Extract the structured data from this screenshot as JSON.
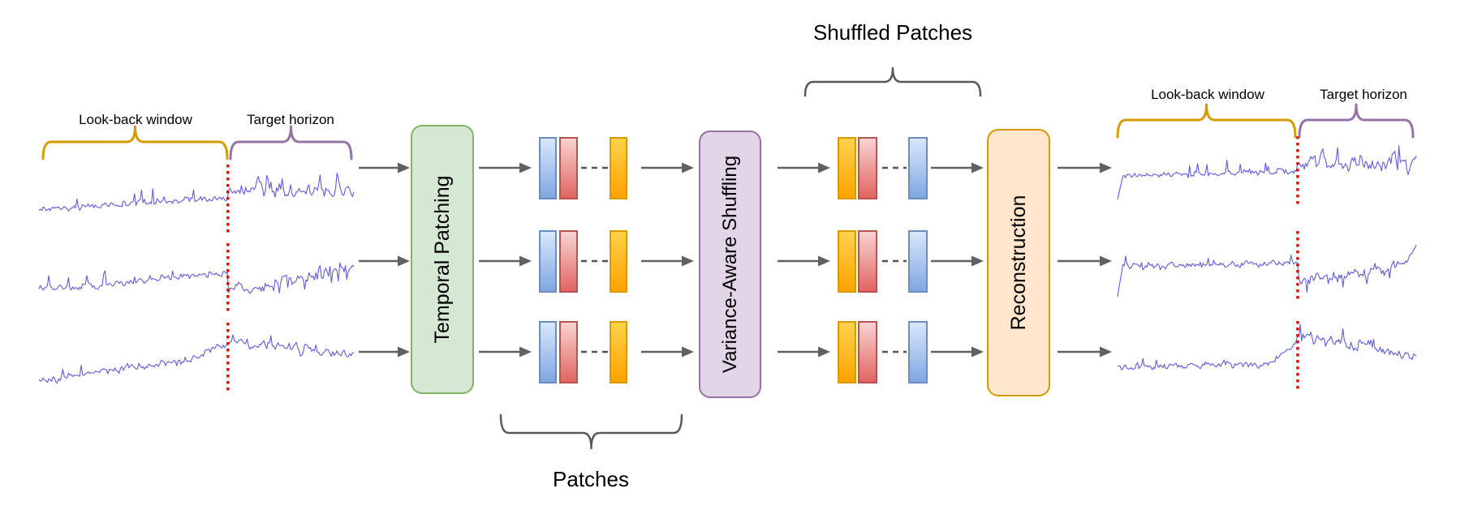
{
  "figure": {
    "description": "Time-series patch shuffling pipeline diagram",
    "num_channels": 3
  },
  "labels": {
    "lookback": "Look-back window",
    "target": "Target horizon",
    "shuffled_patches": "Shuffled Patches",
    "patches": "Patches"
  },
  "boxes": [
    {
      "id": "temporal-patching",
      "label": "Temporal Patching",
      "fill": "#d5e8d4",
      "stroke": "#82b366"
    },
    {
      "id": "variance-aware-shuffling",
      "label": "Variance-Aware Shuffling",
      "fill": "#e1d5e7",
      "stroke": "#9673a6"
    },
    {
      "id": "reconstruction",
      "label": "Reconstruction",
      "fill": "#ffe6cc",
      "stroke": "#d79b00"
    }
  ],
  "patches": {
    "left_order": [
      "blue",
      "red",
      "ellipsis",
      "orange"
    ],
    "shuffled_order": [
      "orange",
      "red",
      "ellipsis",
      "blue"
    ],
    "styles": {
      "blue": {
        "from": "#dae8fc",
        "to": "#7ea6e0",
        "stroke": "#6c8ebf"
      },
      "red": {
        "from": "#f8d5d3",
        "to": "#e06360",
        "stroke": "#b85450"
      },
      "orange": {
        "from": "#ffd24d",
        "to": "#ffa200",
        "stroke": "#d79b00"
      }
    },
    "ellipsis_color": "#555555"
  },
  "colors": {
    "series_line": "#5d5be6",
    "separator_dotted": "#ff0000",
    "arrow": "#616161",
    "brace_gray": "#595959",
    "brace_lookback": "#d79b00",
    "brace_target": "#9673a6",
    "text": "#000000",
    "background": "#ffffff"
  }
}
